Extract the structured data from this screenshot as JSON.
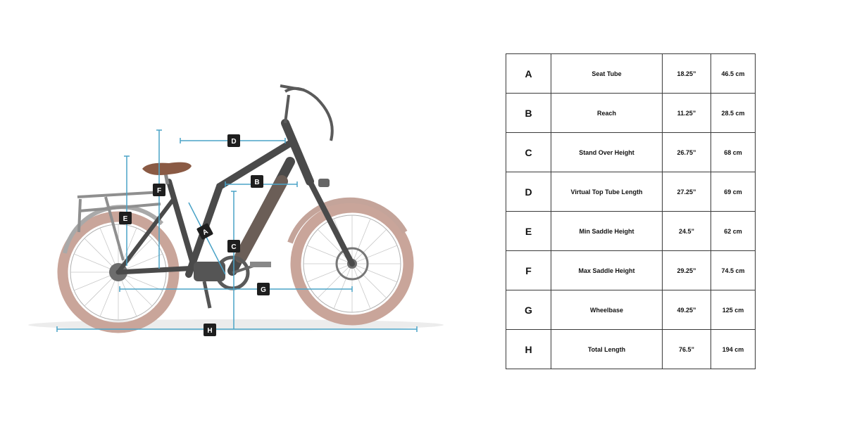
{
  "markers": [
    {
      "id": "A",
      "label": "A"
    },
    {
      "id": "B",
      "label": "B"
    },
    {
      "id": "C",
      "label": "C"
    },
    {
      "id": "D",
      "label": "D"
    },
    {
      "id": "E",
      "label": "E"
    },
    {
      "id": "F",
      "label": "F"
    },
    {
      "id": "G",
      "label": "G"
    },
    {
      "id": "H",
      "label": "H"
    }
  ],
  "table": {
    "rows": [
      {
        "letter": "A",
        "dimension": "Seat Tube",
        "inches": "18.25”",
        "cm": "46.5 cm"
      },
      {
        "letter": "B",
        "dimension": "Reach",
        "inches": "11.25”",
        "cm": "28.5 cm"
      },
      {
        "letter": "C",
        "dimension": "Stand Over Height",
        "inches": "26.75”",
        "cm": "68 cm"
      },
      {
        "letter": "D",
        "dimension": "Virtual Top Tube Length",
        "inches": "27.25”",
        "cm": "69 cm"
      },
      {
        "letter": "E",
        "dimension": "Min Saddle Height",
        "inches": "24.5”",
        "cm": "62 cm"
      },
      {
        "letter": "F",
        "dimension": "Max Saddle Height",
        "inches": "29.25”",
        "cm": "74.5 cm"
      },
      {
        "letter": "G",
        "dimension": "Wheelbase",
        "inches": "49.25”",
        "cm": "125 cm"
      },
      {
        "letter": "H",
        "dimension": "Total Length",
        "inches": "76.5”",
        "cm": "194 cm"
      }
    ]
  },
  "colors": {
    "measure_line": "#4aa3c7",
    "marker_bg": "#1e1e1e",
    "tire": "#c9a59a",
    "frame": "#4a4a4a",
    "saddle": "#8a5a44"
  }
}
